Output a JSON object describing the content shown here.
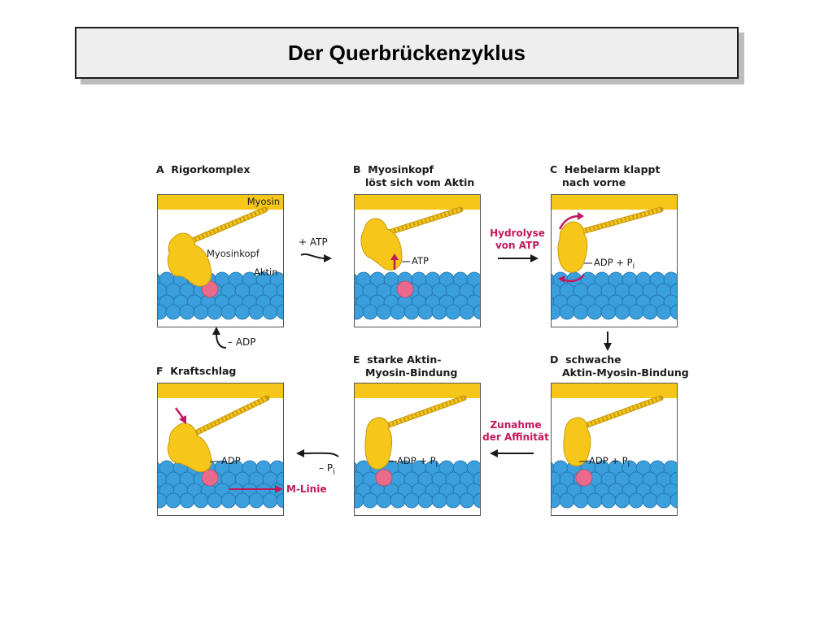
{
  "title": "Der Querbrückenzyklus",
  "panels": {
    "a": {
      "letter": "A",
      "label_1": "Rigorkomplex",
      "myosin": "Myosin",
      "head": "Myosinkopf",
      "actin": "Aktin"
    },
    "b": {
      "letter": "B",
      "label_1": "Myosinkopf",
      "label_2": "löst sich vom Aktin",
      "annot": "ATP"
    },
    "c": {
      "letter": "C",
      "label_1": "Hebelarm klappt",
      "label_2": "nach vorne",
      "annot": "ADP + P",
      "annot_sub": "i"
    },
    "d": {
      "letter": "D",
      "label_1": "schwache",
      "label_2": "Aktin-Myosin-Bindung",
      "annot": "ADP + P",
      "annot_sub": "i"
    },
    "e": {
      "letter": "E",
      "label_1": "starke Aktin-",
      "label_2": "Myosin-Bindung",
      "annot": "ADP + P",
      "annot_sub": "i"
    },
    "f": {
      "letter": "F",
      "label_1": "Kraftschlag",
      "annot": "ADP",
      "mline": "M-Linie"
    }
  },
  "steps": {
    "a_to_b": "+ ATP",
    "b_to_c_1": "Hydrolyse",
    "b_to_c_2": "von ATP",
    "e_to_d_1": "Zunahme",
    "e_to_d_2": "der Affinität",
    "f_to_e": "– P",
    "f_to_e_sub": "i",
    "f_to_a": "– ADP"
  },
  "colors": {
    "myosin": "#f6c619",
    "actin": "#3a9fdc",
    "binding_site": "#e96a8a",
    "accent": "#c2185b"
  }
}
